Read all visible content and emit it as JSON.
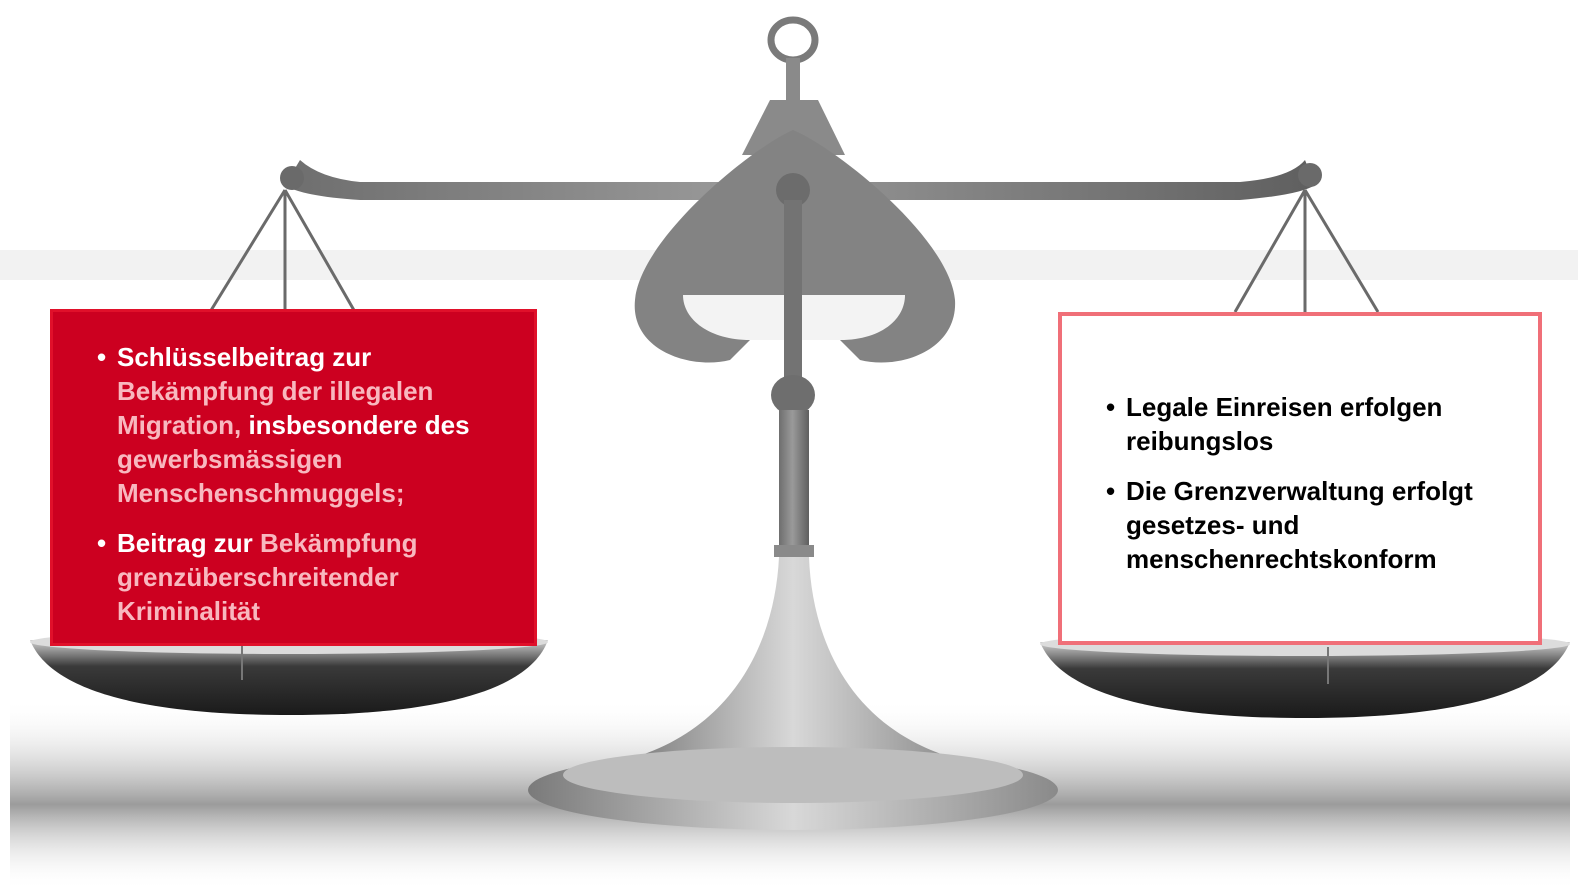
{
  "left_box": {
    "background": "#cc0020",
    "highlight_color": "#f8b8bf",
    "item1": {
      "part1": "Schlüsselbeitrag zur",
      "part2": "Bekämpfung der illegalen Migration,",
      "part3": "insbesondere des",
      "part4": "gewerbsmässigen Menschenschmuggels;"
    },
    "item2": {
      "part1": "Beitrag zur",
      "part2": "Bekämpfung grenzüberschreitender Kriminalität"
    }
  },
  "right_box": {
    "border_color": "#f06f78",
    "item1": "Legale Einreisen erfolgen reibungslos",
    "item2": "Die Grenzverwaltung erfolgt gesetzes- und menschenrechtskonform"
  }
}
